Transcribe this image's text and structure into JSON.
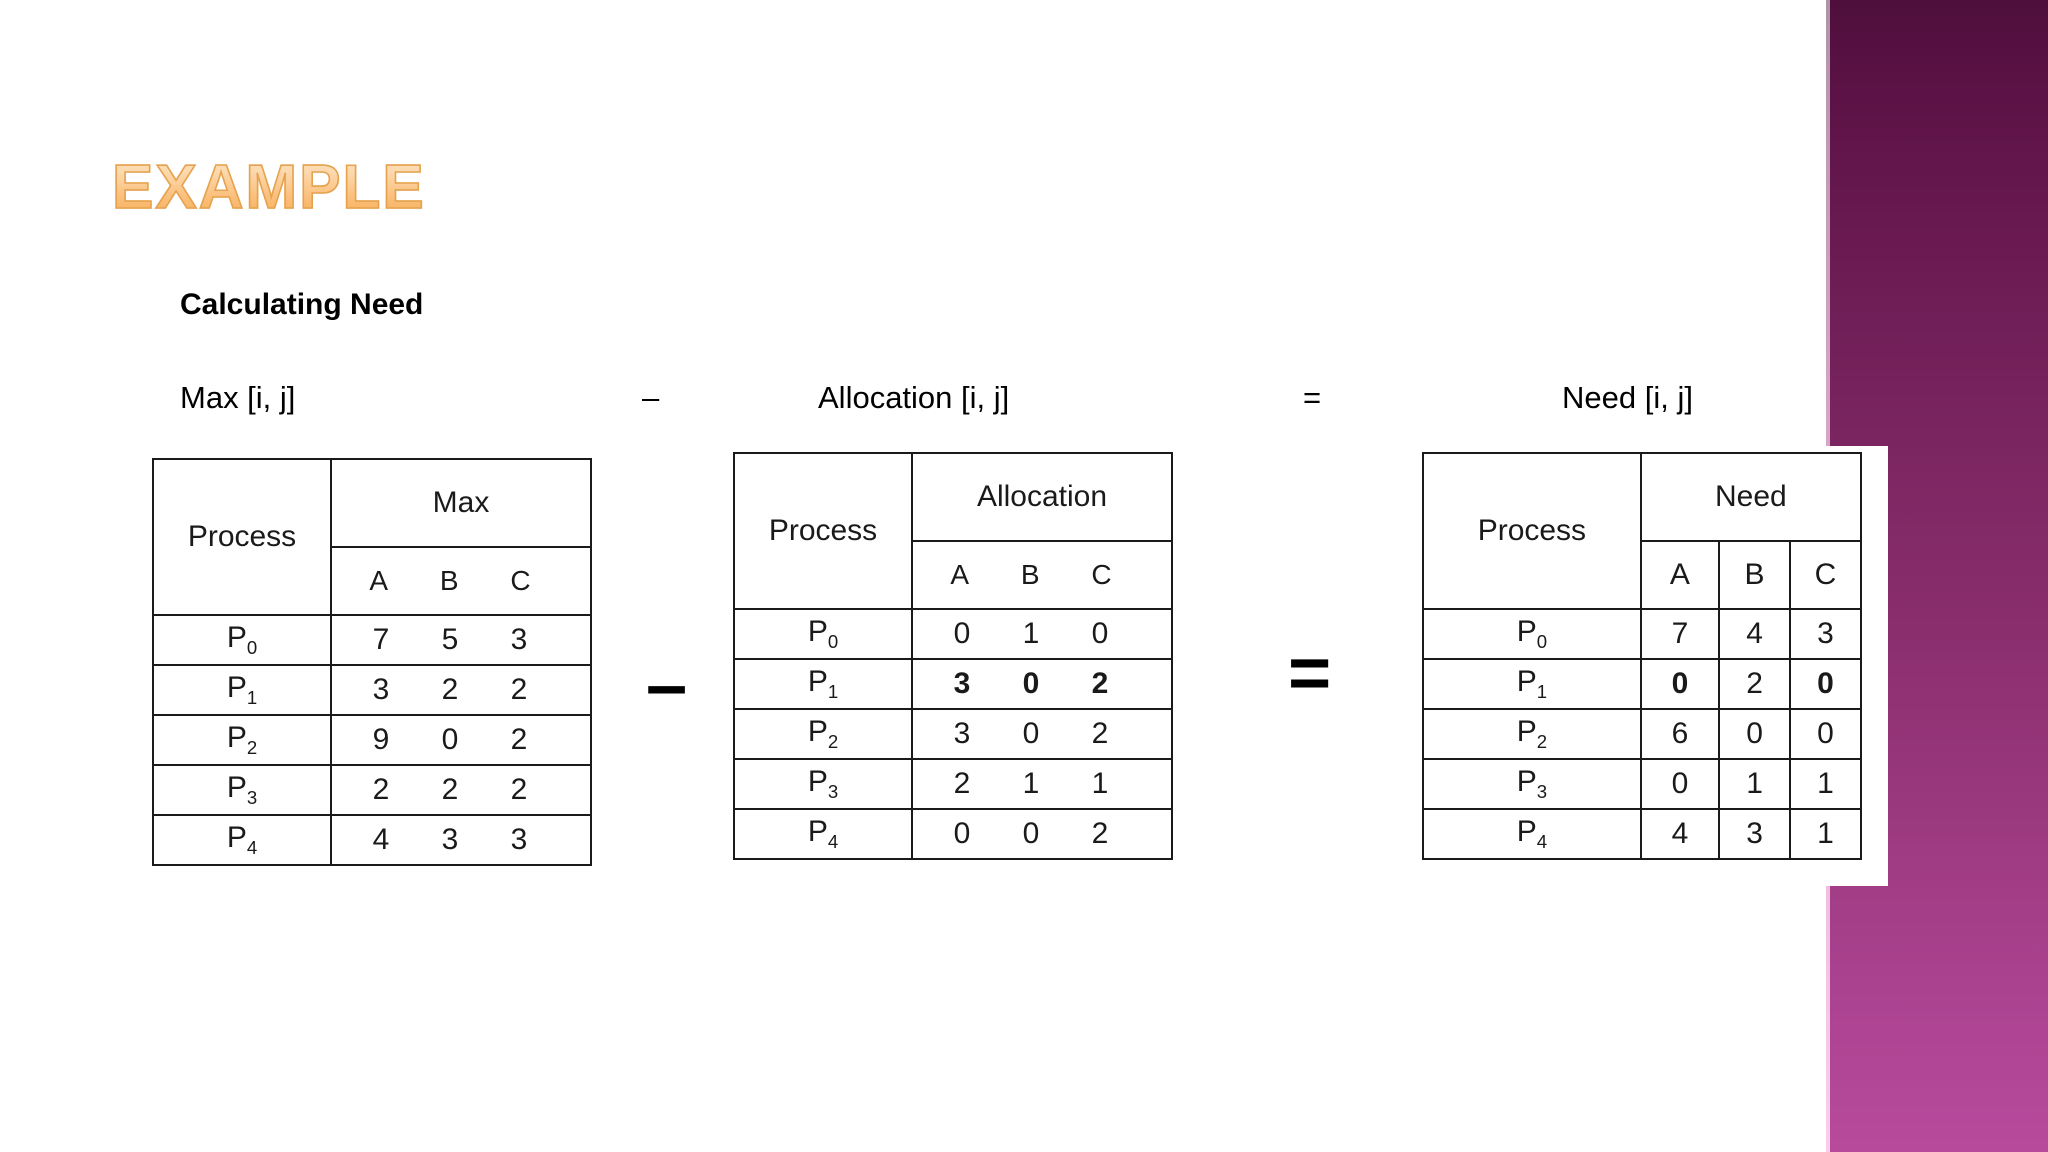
{
  "slide": {
    "title": "EXAMPLE",
    "subtitle": "Calculating Need",
    "title_gradient_top": "#fde2c0",
    "title_gradient_bottom": "#f4a94f",
    "accent_purple_top": "#4e0f3c",
    "accent_purple_bottom": "#b84a9c",
    "background": "#ffffff"
  },
  "formula": {
    "term1": "Max [i, j]",
    "operator1": "–",
    "term2": "Allocation [i, j]",
    "operator2": "=",
    "term3": "Need [i, j]"
  },
  "operators": {
    "minus_big": "–",
    "equals_big": "="
  },
  "tables": {
    "max": {
      "process_header": "Process",
      "matrix_header": "Max",
      "resource_columns": [
        "A",
        "B",
        "C"
      ],
      "rows": [
        {
          "process": "P",
          "index": "0",
          "values": [
            "7",
            "5",
            "3"
          ]
        },
        {
          "process": "P",
          "index": "1",
          "values": [
            "3",
            "2",
            "2"
          ]
        },
        {
          "process": "P",
          "index": "2",
          "values": [
            "9",
            "0",
            "2"
          ]
        },
        {
          "process": "P",
          "index": "3",
          "values": [
            "2",
            "2",
            "2"
          ]
        },
        {
          "process": "P",
          "index": "4",
          "values": [
            "4",
            "3",
            "3"
          ]
        }
      ],
      "values_text": [
        "7  5  3",
        "3  2  2",
        "9  0  2",
        "2  2  2",
        "4  3  3"
      ]
    },
    "allocation": {
      "process_header": "Process",
      "matrix_header": "Allocation",
      "resource_columns": [
        "A",
        "B",
        "C"
      ],
      "rows": [
        {
          "process": "P",
          "index": "0",
          "values": [
            "0",
            "1",
            "0"
          ]
        },
        {
          "process": "P",
          "index": "1",
          "values": [
            "3",
            "0",
            "2"
          ]
        },
        {
          "process": "P",
          "index": "2",
          "values": [
            "3",
            "0",
            "2"
          ]
        },
        {
          "process": "P",
          "index": "3",
          "values": [
            "2",
            "1",
            "1"
          ]
        },
        {
          "process": "P",
          "index": "4",
          "values": [
            "0",
            "0",
            "2"
          ]
        }
      ],
      "values_text": [
        "0  1  0",
        "3  0  2",
        "3  0  2",
        "2  1  1",
        "0  0  2"
      ]
    },
    "need": {
      "process_header": "Process",
      "matrix_header": "Need",
      "resource_columns": [
        "A",
        "B",
        "C"
      ],
      "rows": [
        {
          "process": "P",
          "index": "0",
          "values": [
            "7",
            "4",
            "3"
          ]
        },
        {
          "process": "P",
          "index": "1",
          "values": [
            "0",
            "2",
            "0"
          ]
        },
        {
          "process": "P",
          "index": "2",
          "values": [
            "6",
            "0",
            "0"
          ]
        },
        {
          "process": "P",
          "index": "3",
          "values": [
            "0",
            "1",
            "1"
          ]
        },
        {
          "process": "P",
          "index": "4",
          "values": [
            "4",
            "3",
            "1"
          ]
        }
      ]
    }
  }
}
